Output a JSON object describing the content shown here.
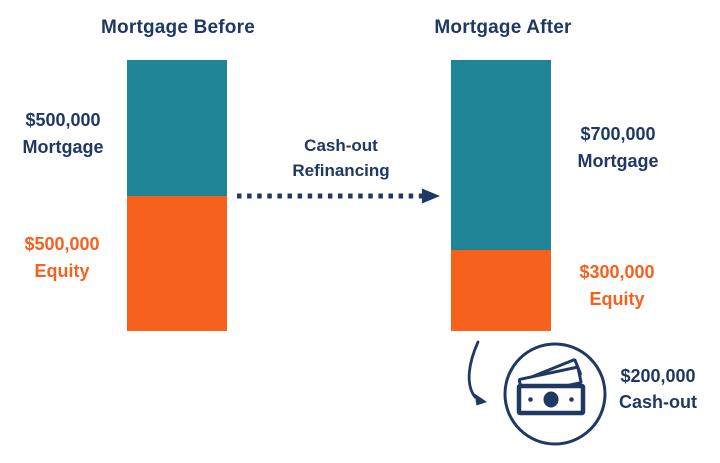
{
  "colors": {
    "navy": "#1F3864",
    "teal": "#1F8495",
    "orange": "#F6611D",
    "orange_text": "#EE6227",
    "background": "#FFFFFF"
  },
  "chart_data": {
    "type": "bar",
    "stacked": true,
    "orientation": "vertical",
    "categories": [
      "Mortgage Before",
      "Mortgage After"
    ],
    "series": [
      {
        "name": "Mortgage",
        "color": "#1F8495",
        "values": [
          500000,
          700000
        ]
      },
      {
        "name": "Equity",
        "color": "#F6611D",
        "values": [
          500000,
          300000
        ]
      }
    ],
    "annotations": [
      "$500,000 Mortgage",
      "$500,000 Equity",
      "$700,000 Mortgage",
      "$300,000 Equity",
      "Cash-out Refinancing",
      "$200,000 Cash-out"
    ],
    "legend_position": "none",
    "grid": false
  },
  "header": {
    "before_title": "Mortgage Before",
    "after_title": "Mortgage After"
  },
  "left_labels": {
    "mortgage_amount": "$500,000",
    "mortgage_label": "Mortgage",
    "equity_amount": "$500,000",
    "equity_label": "Equity"
  },
  "right_labels": {
    "mortgage_amount": "$700,000",
    "mortgage_label": "Mortgage",
    "equity_amount": "$300,000",
    "equity_label": "Equity"
  },
  "flow": {
    "line1": "Cash-out",
    "line2": "Refinancing"
  },
  "cash_out": {
    "amount": "$200,000",
    "label": "Cash-out"
  },
  "icons": {
    "dotted_arrow": "dotted-right-arrow",
    "curved_arrow": "curved-down-right-arrow",
    "money_icon": "cash-bill-in-circle"
  }
}
